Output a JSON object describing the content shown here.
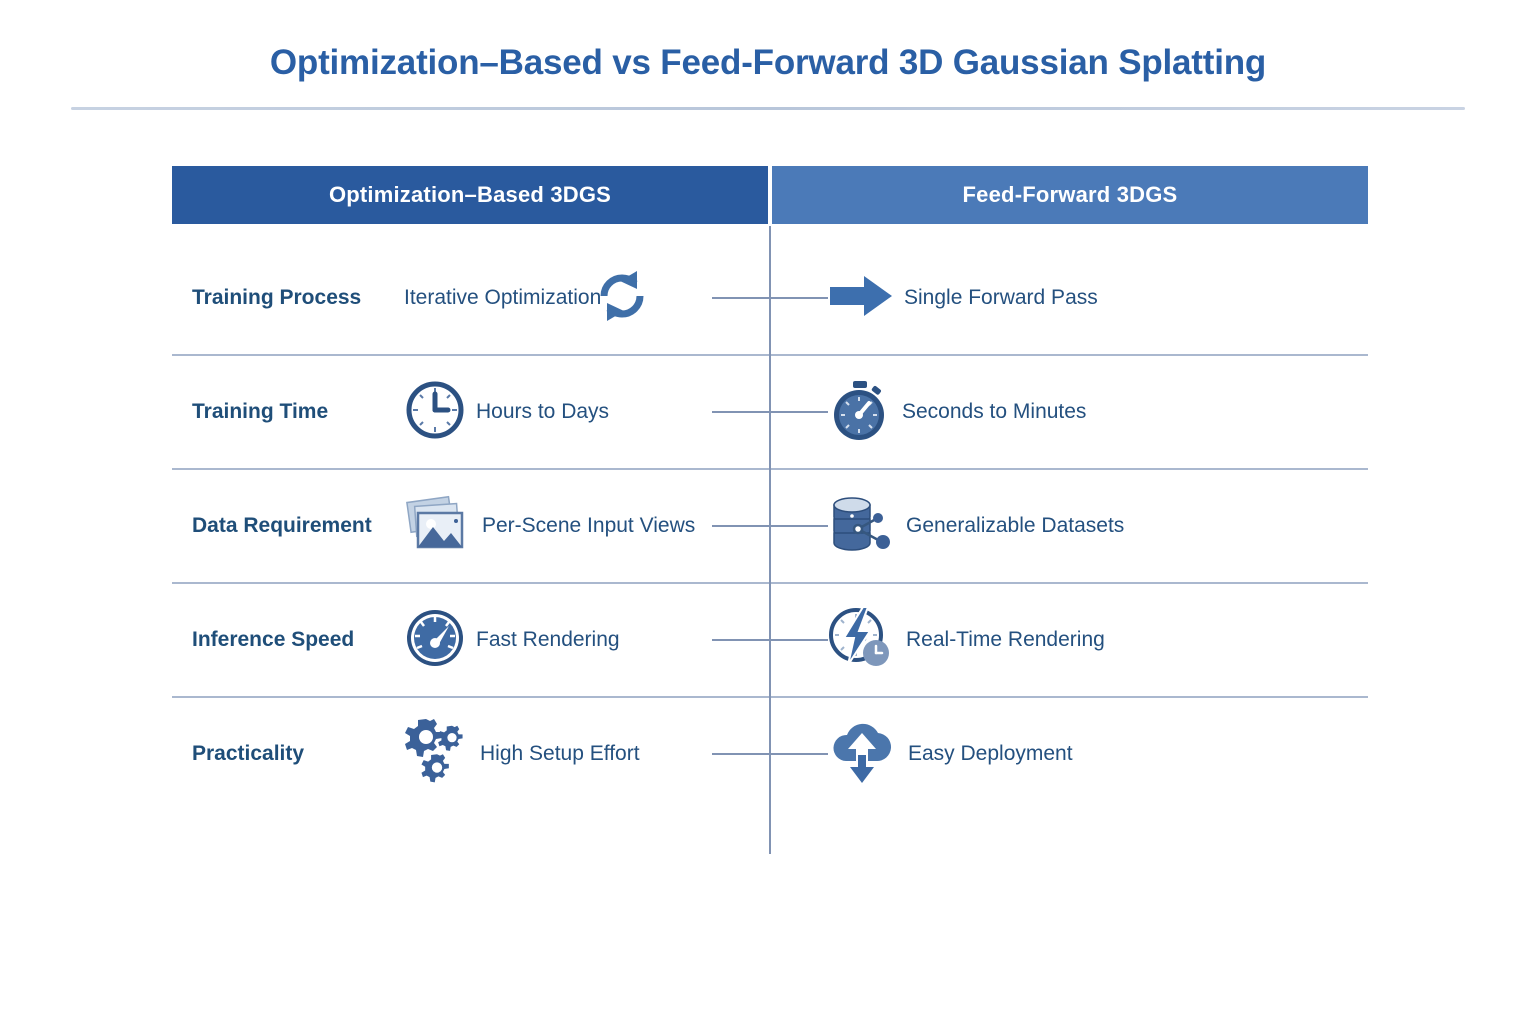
{
  "title": "Optimization–Based vs Feed-Forward 3D Gaussian Splatting",
  "colors": {
    "title": "#2a5fa5",
    "header_left_bg": "#2a5a9e",
    "header_right_bg": "#4b7ab8",
    "label_text": "#1f4e79",
    "value_text": "#24507f",
    "divider": "#8193b3",
    "row_rule": "#aab8cf",
    "page_bg": "#ffffff"
  },
  "header": {
    "left": "Optimization–Based 3DGS",
    "right": "Feed-Forward 3DGS"
  },
  "rows": [
    {
      "label": "Training Process",
      "left": {
        "text": "Iterative Optimization",
        "icon": "refresh-cycle-icon"
      },
      "right": {
        "text": "Single Forward Pass",
        "icon": "right-arrow-icon"
      }
    },
    {
      "label": "Training Time",
      "left": {
        "text": "Hours to Days",
        "icon": "clock-icon"
      },
      "right": {
        "text": "Seconds to Minutes",
        "icon": "stopwatch-icon"
      }
    },
    {
      "label": "Data Requirement",
      "left": {
        "text": "Per-Scene Input Views",
        "icon": "photo-stack-icon"
      },
      "right": {
        "text": "Generalizable Datasets",
        "icon": "database-network-icon"
      }
    },
    {
      "label": "Inference Speed",
      "left": {
        "text": "Fast Rendering",
        "icon": "speedometer-icon"
      },
      "right": {
        "text": "Real-Time Rendering",
        "icon": "clock-lightning-icon"
      }
    },
    {
      "label": "Practicality",
      "left": {
        "text": "High Setup Effort",
        "icon": "gears-icon"
      },
      "right": {
        "text": "Easy Deployment",
        "icon": "cloud-deploy-icon"
      }
    }
  ]
}
